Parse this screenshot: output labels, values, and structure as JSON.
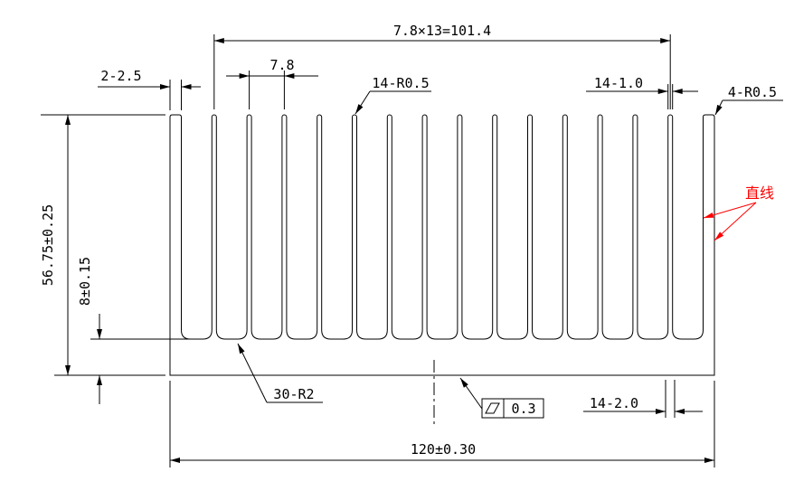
{
  "drawing": {
    "type": "heatsink-extrusion-cross-section",
    "colors": {
      "line": "#000000",
      "highlight": "#ff0000",
      "background": "#ffffff"
    },
    "dimensions": {
      "fin_pitch_total": "7.8×13=101.4",
      "end_fin_thickness": "2-2.5",
      "fin_pitch": "7.8",
      "fin_tip_radius": "14-R0.5",
      "fin_thickness": "14-1.0",
      "corner_radius": "4-R0.5",
      "overall_height": "56.75±0.25",
      "base_thickness": "8±0.15",
      "root_radius": "30-R2",
      "flatness": "0.3",
      "slot_width": "14-2.0",
      "overall_width": "120±0.30"
    },
    "annotations": {
      "straightness_note": "直线"
    }
  }
}
